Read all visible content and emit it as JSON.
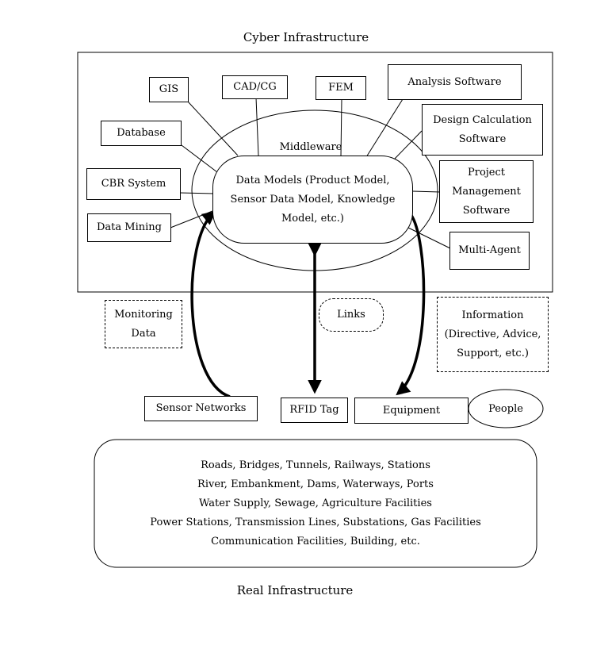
{
  "cyber_title": "Cyber Infrastructure",
  "real_title": "Real Infrastructure",
  "middleware_label": "Middleware",
  "data_models": [
    "Data Models (Product Model,",
    "Sensor Data Model, Knowledge",
    "Model, etc.)"
  ],
  "modules": {
    "gis": "GIS",
    "cad": "CAD/CG",
    "fem": "FEM",
    "analysis": "Analysis Software",
    "design": [
      "Design Calculation",
      "Software"
    ],
    "database": "Database",
    "cbr": "CBR System",
    "project": [
      "Project",
      "Management",
      "Software"
    ],
    "mining": "Data Mining",
    "multiagent": "Multi-Agent"
  },
  "flows": {
    "monitoring": [
      "Monitoring",
      "Data"
    ],
    "links": "Links",
    "information": [
      "Information",
      "(Directive, Advice,",
      "Support, etc.)"
    ]
  },
  "devices": {
    "sensor": "Sensor Networks",
    "rfid": "RFID Tag",
    "equipment": "Equipment",
    "people": "People"
  },
  "real_items": [
    "Roads, Bridges, Tunnels, Railways, Stations",
    "River, Embankment, Dams, Waterways, Ports",
    "Water Supply, Sewage, Agriculture Facilities",
    "Power Stations, Transmission Lines, Substations, Gas Facilities",
    "Communication Facilities, Building, etc."
  ]
}
